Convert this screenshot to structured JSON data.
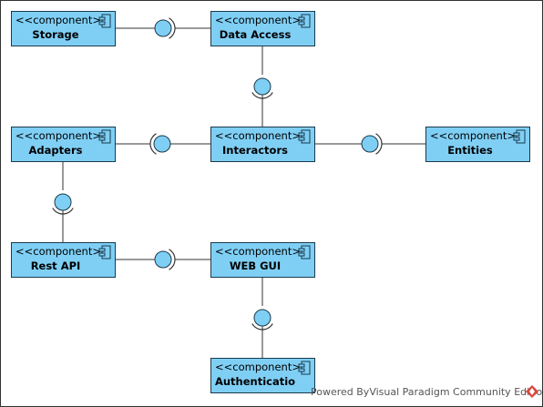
{
  "diagram": {
    "stereotype": "<<component>>",
    "components": [
      {
        "id": "storage",
        "name": "Storage"
      },
      {
        "id": "data_access",
        "name": "Data Access"
      },
      {
        "id": "adapters",
        "name": "Adapters"
      },
      {
        "id": "interactors",
        "name": "Interactors"
      },
      {
        "id": "entities",
        "name": "Entities"
      },
      {
        "id": "rest_api",
        "name": "Rest API"
      },
      {
        "id": "web_gui",
        "name": "WEB GUI"
      },
      {
        "id": "authentication",
        "name": "Authenticatio"
      }
    ],
    "connections": [
      {
        "from": "storage",
        "to": "data_access"
      },
      {
        "from": "interactors",
        "to": "data_access"
      },
      {
        "from": "interactors",
        "to": "adapters"
      },
      {
        "from": "interactors",
        "to": "entities"
      },
      {
        "from": "rest_api",
        "to": "adapters"
      },
      {
        "from": "rest_api",
        "to": "web_gui"
      },
      {
        "from": "authentication",
        "to": "web_gui"
      }
    ]
  },
  "colors": {
    "component_fill": "#7fcff5",
    "component_stroke": "#1a3a4a",
    "line": "#333333",
    "footer_logo": "#d9473f"
  },
  "footer": {
    "text": "Powered ByVisual Paradigm Community Edition"
  }
}
